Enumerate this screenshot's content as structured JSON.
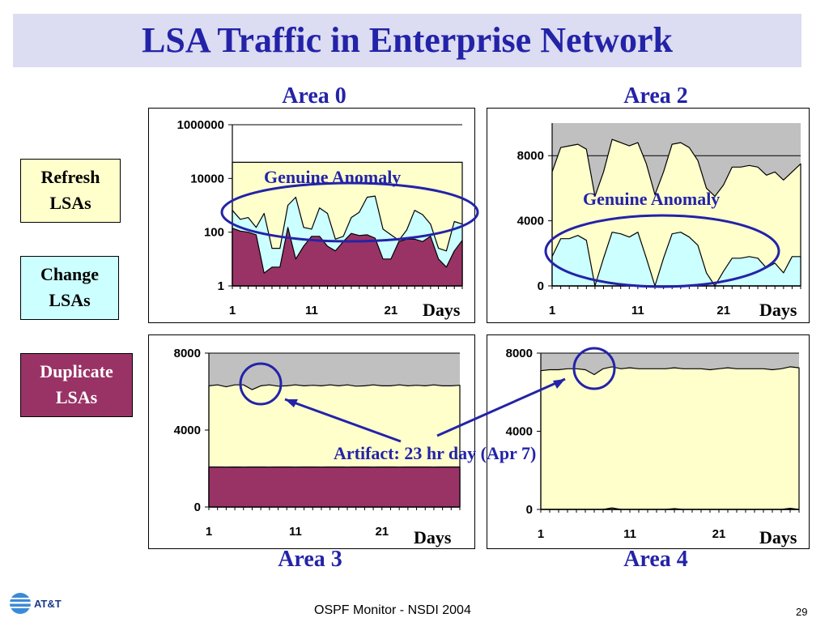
{
  "title": "LSA Traffic in Enterprise Network",
  "legend": {
    "refresh": "Refresh LSAs",
    "change": "Change LSAs",
    "duplicate": "Duplicate LSAs"
  },
  "colors": {
    "refresh": "#ffffcc",
    "change": "#ccffff",
    "duplicate": "#993366",
    "background_area": "#c0c0c0",
    "annotation": "#2323a8"
  },
  "annotations": {
    "genuine_area0": "Genuine Anomaly",
    "genuine_area2": "Genuine Anomaly",
    "artifact": "Artifact: 23 hr day  (Apr 7)"
  },
  "footer": {
    "text": "OSPF Monitor - NSDI 2004",
    "page": "29",
    "logo": "AT&T"
  },
  "chart_data": [
    {
      "type": "area",
      "name": "Area 0",
      "title": "Area 0",
      "xlabel": "Days",
      "yscale": "log",
      "ylim": [
        1,
        1000000
      ],
      "yticks": [
        "1000000",
        "10000",
        "100",
        "1"
      ],
      "ytick_values": [
        1000000,
        10000,
        100,
        1
      ],
      "xticks": [
        "1",
        "11",
        "21"
      ],
      "xtick_values": [
        1,
        11,
        21
      ],
      "x": [
        1,
        2,
        3,
        4,
        5,
        6,
        7,
        8,
        9,
        10,
        11,
        12,
        13,
        14,
        15,
        16,
        17,
        18,
        19,
        20,
        21,
        22,
        23,
        24,
        25,
        26,
        27,
        28,
        29,
        30
      ],
      "total": [
        40000,
        40000,
        40000,
        40000,
        40000,
        40000,
        40000,
        40000,
        40000,
        40000,
        40000,
        40000,
        40000,
        40000,
        40000,
        40000,
        40000,
        40000,
        40000,
        40000,
        40000,
        40000,
        40000,
        40000,
        40000,
        40000,
        40000,
        40000,
        40000,
        40000
      ],
      "series": [
        {
          "name": "Duplicate",
          "values": [
            140,
            110,
            100,
            80,
            3,
            5,
            5,
            150,
            10,
            30,
            70,
            70,
            30,
            20,
            45,
            90,
            75,
            80,
            60,
            10,
            10,
            45,
            55,
            55,
            45,
            70,
            10,
            5,
            20,
            50
          ]
        },
        {
          "name": "Change",
          "values": [
            650,
            300,
            350,
            150,
            500,
            25,
            25,
            1000,
            2000,
            150,
            130,
            800,
            500,
            55,
            70,
            350,
            550,
            2000,
            2200,
            130,
            80,
            50,
            120,
            650,
            450,
            200,
            25,
            20,
            250,
            200
          ]
        },
        {
          "name": "Refresh",
          "values": [
            40000,
            40000,
            40000,
            40000,
            40000,
            40000,
            40000,
            40000,
            40000,
            40000,
            40000,
            40000,
            40000,
            40000,
            40000,
            40000,
            40000,
            40000,
            40000,
            40000,
            40000,
            40000,
            40000,
            40000,
            40000,
            40000,
            40000,
            40000,
            40000,
            40000
          ]
        }
      ]
    },
    {
      "type": "area",
      "name": "Area 2",
      "title": "Area 2",
      "xlabel": "Days",
      "yscale": "linear",
      "ylim": [
        0,
        10000
      ],
      "yticks": [
        "8000",
        "4000",
        "0"
      ],
      "ytick_values": [
        8000,
        4000,
        0
      ],
      "xticks": [
        "1",
        "11",
        "21"
      ],
      "xtick_values": [
        1,
        11,
        21
      ],
      "x": [
        1,
        2,
        3,
        4,
        5,
        6,
        7,
        8,
        9,
        10,
        11,
        12,
        13,
        14,
        15,
        16,
        17,
        18,
        19,
        20,
        21,
        22,
        23,
        24,
        25,
        26,
        27,
        28,
        29,
        30
      ],
      "total": [
        10000,
        10000,
        10000,
        10000,
        10000,
        10000,
        10000,
        10000,
        10000,
        10000,
        10000,
        10000,
        10000,
        10000,
        10000,
        10000,
        10000,
        10000,
        10000,
        10000,
        10000,
        10000,
        10000,
        10000,
        10000,
        10000,
        10000,
        10000,
        10000,
        10000
      ],
      "series": [
        {
          "name": "Duplicate",
          "values": [
            0,
            0,
            0,
            0,
            0,
            0,
            0,
            0,
            0,
            0,
            0,
            0,
            0,
            0,
            0,
            0,
            0,
            0,
            0,
            0,
            0,
            0,
            0,
            0,
            0,
            0,
            0,
            0,
            0,
            0
          ]
        },
        {
          "name": "Change",
          "values": [
            1800,
            2900,
            2900,
            3100,
            2800,
            0,
            1700,
            3300,
            3200,
            3000,
            3300,
            1700,
            0,
            1700,
            3200,
            3300,
            3000,
            2500,
            800,
            0,
            900,
            1700,
            1700,
            1800,
            1700,
            1100,
            1400,
            800,
            1800,
            1800
          ]
        },
        {
          "name": "Refresh",
          "values": [
            7000,
            8500,
            8600,
            8700,
            8400,
            5500,
            7000,
            9000,
            8800,
            8600,
            8800,
            7500,
            5600,
            7000,
            8700,
            8800,
            8500,
            7700,
            6000,
            5500,
            6200,
            7300,
            7300,
            7400,
            7300,
            6800,
            7000,
            6500,
            7000,
            7500
          ]
        }
      ]
    },
    {
      "type": "area",
      "name": "Area 3",
      "title": "Area 3",
      "xlabel": "Days",
      "yscale": "linear",
      "ylim": [
        0,
        8000
      ],
      "yticks": [
        "8000",
        "4000",
        "0"
      ],
      "ytick_values": [
        8000,
        4000,
        0
      ],
      "xticks": [
        "1",
        "11",
        "21"
      ],
      "xtick_values": [
        1,
        11,
        21
      ],
      "x": [
        1,
        2,
        3,
        4,
        5,
        6,
        7,
        8,
        9,
        10,
        11,
        12,
        13,
        14,
        15,
        16,
        17,
        18,
        19,
        20,
        21,
        22,
        23,
        24,
        25,
        26,
        27,
        28,
        29,
        30
      ],
      "total": [
        8000,
        8000,
        8000,
        8000,
        8000,
        8000,
        8000,
        8000,
        8000,
        8000,
        8000,
        8000,
        8000,
        8000,
        8000,
        8000,
        8000,
        8000,
        8000,
        8000,
        8000,
        8000,
        8000,
        8000,
        8000,
        8000,
        8000,
        8000,
        8000,
        8000
      ],
      "series": [
        {
          "name": "Duplicate",
          "values": [
            2080,
            2080,
            2070,
            2080,
            2070,
            2080,
            2080,
            2070,
            2080,
            2080,
            2070,
            2080,
            2080,
            2070,
            2080,
            2080,
            2070,
            2080,
            2080,
            2070,
            2080,
            2080,
            2070,
            2080,
            2080,
            2080,
            2070,
            2080,
            2080,
            2080
          ]
        },
        {
          "name": "Change",
          "values": [
            2080,
            2080,
            2070,
            2080,
            2070,
            2080,
            2080,
            2070,
            2080,
            2080,
            2070,
            2080,
            2080,
            2070,
            2080,
            2080,
            2070,
            2080,
            2080,
            2070,
            2080,
            2080,
            2070,
            2080,
            2080,
            2080,
            2070,
            2080,
            2080,
            2080
          ]
        },
        {
          "name": "Refresh",
          "values": [
            6300,
            6350,
            6250,
            6350,
            6350,
            6100,
            6300,
            6350,
            6280,
            6300,
            6350,
            6300,
            6330,
            6300,
            6350,
            6300,
            6350,
            6280,
            6300,
            6350,
            6300,
            6300,
            6350,
            6300,
            6330,
            6300,
            6350,
            6300,
            6300,
            6330
          ]
        }
      ]
    },
    {
      "type": "area",
      "name": "Area 4",
      "title": "Area 4",
      "xlabel": "Days",
      "yscale": "linear",
      "ylim": [
        0,
        8000
      ],
      "yticks": [
        "8000",
        "4000",
        "0"
      ],
      "ytick_values": [
        8000,
        4000,
        0
      ],
      "xticks": [
        "1",
        "11",
        "21"
      ],
      "xtick_values": [
        1,
        11,
        21
      ],
      "x": [
        1,
        2,
        3,
        4,
        5,
        6,
        7,
        8,
        9,
        10,
        11,
        12,
        13,
        14,
        15,
        16,
        17,
        18,
        19,
        20,
        21,
        22,
        23,
        24,
        25,
        26,
        27,
        28,
        29,
        30
      ],
      "total": [
        8000,
        8000,
        8000,
        8000,
        8000,
        8000,
        8000,
        8000,
        8000,
        8000,
        8000,
        8000,
        8000,
        8000,
        8000,
        8000,
        8000,
        8000,
        8000,
        8000,
        8000,
        8000,
        8000,
        8000,
        8000,
        8000,
        8000,
        8000,
        8000,
        8000
      ],
      "series": [
        {
          "name": "Duplicate",
          "values": [
            0,
            0,
            0,
            0,
            0,
            0,
            0,
            0,
            0,
            0,
            0,
            0,
            0,
            0,
            0,
            0,
            0,
            0,
            0,
            0,
            0,
            0,
            0,
            0,
            0,
            0,
            0,
            0,
            0,
            0
          ]
        },
        {
          "name": "Change",
          "values": [
            0,
            0,
            0,
            0,
            0,
            0,
            0,
            0,
            80,
            0,
            0,
            0,
            0,
            0,
            0,
            40,
            0,
            0,
            0,
            0,
            0,
            0,
            0,
            0,
            0,
            0,
            0,
            0,
            60,
            0
          ]
        },
        {
          "name": "Refresh",
          "values": [
            7100,
            7150,
            7150,
            7200,
            7200,
            7150,
            6900,
            7200,
            7300,
            7200,
            7250,
            7200,
            7200,
            7200,
            7200,
            7250,
            7200,
            7200,
            7200,
            7150,
            7200,
            7250,
            7200,
            7200,
            7200,
            7200,
            7150,
            7200,
            7300,
            7250
          ]
        }
      ]
    }
  ]
}
